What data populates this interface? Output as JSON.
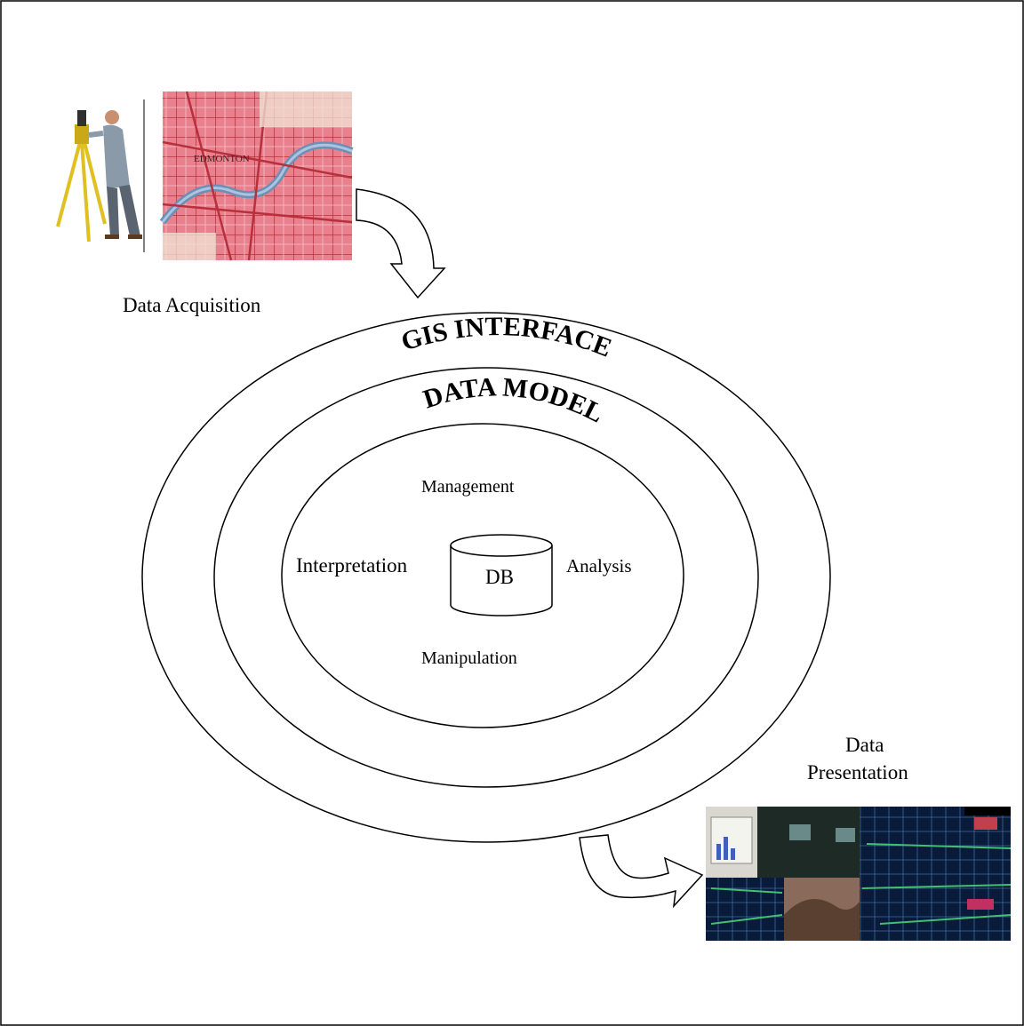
{
  "labels": {
    "acquisition": "Data Acquisition",
    "presentation_line1": "Data",
    "presentation_line2": "Presentation",
    "management": "Management",
    "interpretation": "Interpretation",
    "analysis": "Analysis",
    "manipulation": "Manipulation",
    "db": "DB",
    "map_city": "EDMONTON"
  },
  "ring_labels": {
    "outer": "GIS INTERFACE",
    "middle": "DATA MODEL"
  },
  "colors": {
    "map_fill": "#e8808e",
    "map_road": "#b8303c",
    "river": "#6e8fb4",
    "tripod": "#e0c020",
    "screen_dark": "#0a1a3a",
    "screen_green": "#40c070"
  },
  "icons": {
    "surveyor": "surveyor-with-tripod-icon",
    "map": "city-map-image",
    "presentation": "computer-screens-collage-image",
    "database": "database-cylinder-icon",
    "arrow_in": "curved-arrow-down-icon",
    "arrow_out": "curved-arrow-right-icon"
  }
}
